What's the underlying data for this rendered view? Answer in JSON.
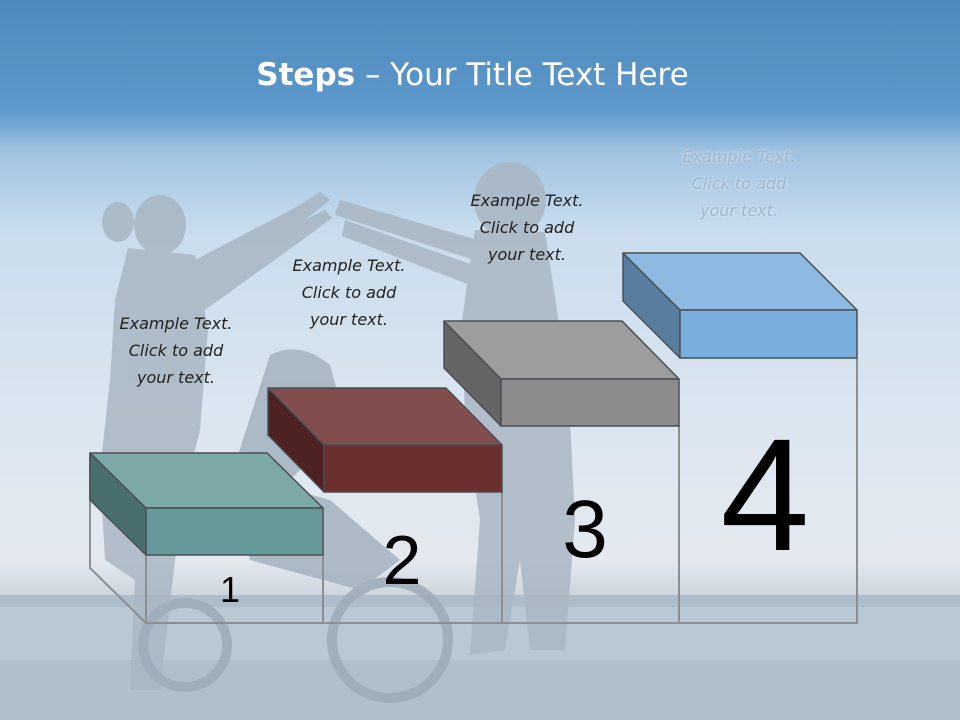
{
  "title": {
    "bold": "Steps",
    "rest": " – Your Title Text Here"
  },
  "steps": [
    {
      "number": "1",
      "line1": "Example Text.",
      "line2": "Click  to add",
      "line3": "your text.",
      "color": "#669999"
    },
    {
      "number": "2",
      "line1": "Example Text.",
      "line2": "Click  to add",
      "line3": "your text.",
      "color": "#6b2e2e"
    },
    {
      "number": "3",
      "line1": "Example Text.",
      "line2": "Click  to add",
      "line3": "your text.",
      "color": "#8c8c8c"
    },
    {
      "number": "4",
      "line1": "Example Text.",
      "line2": "Click  to add",
      "line3": "your text.",
      "color": "#7aaedc"
    }
  ]
}
